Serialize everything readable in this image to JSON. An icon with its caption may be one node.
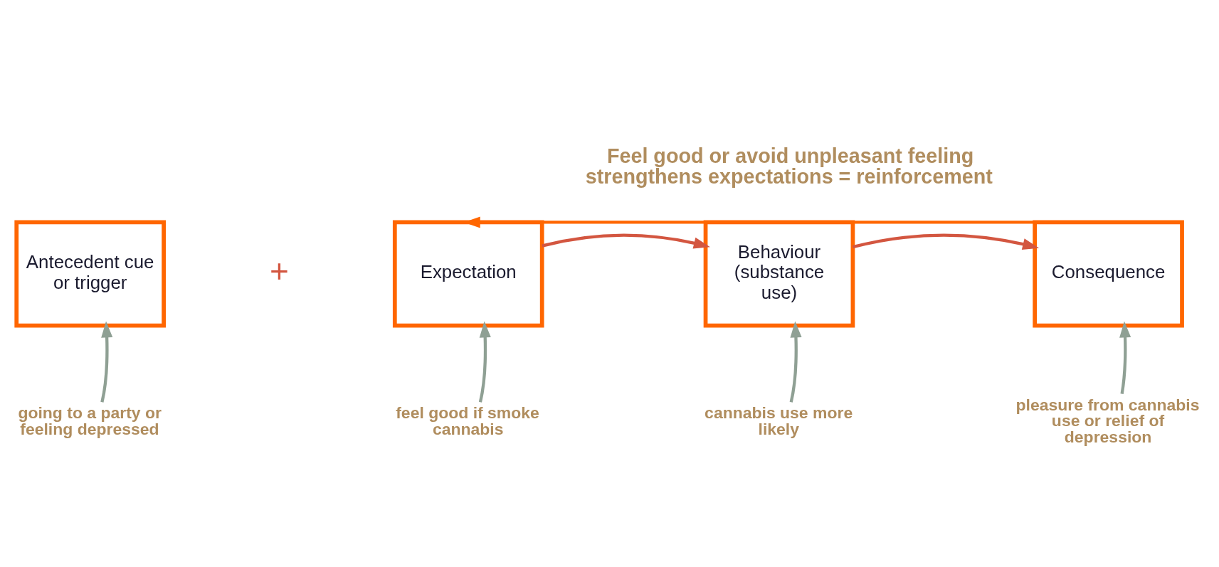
{
  "diagram": {
    "nodes": [
      {
        "text": [
          "Antecedent cue or trigger"
        ]
      },
      {
        "text": [
          "Expectation"
        ]
      },
      {
        "text": [
          "Behaviour (substance use)"
        ]
      },
      {
        "text": [
          "Consequence"
        ]
      },
      {
        "text": [
          "going to a party or feeling depressed"
        ]
      },
      {
        "text": [
          "feel good if smoke cannabis"
        ]
      },
      {
        "text": [
          "cannabis use more likely"
        ]
      },
      {
        "text": [
          "pleasure from cannabis use or relief of depression"
        ]
      }
    ],
    "edges": [
      {
        "from": 1,
        "to": 2,
        "arrow": "to",
        "color": "#d35640"
      },
      {
        "from": 2,
        "to": 3,
        "arrow": "to",
        "color": "#d35640"
      },
      {
        "from": 3,
        "to": 1,
        "arrow": "to",
        "label": "Feel good or avoid unpleasant feeling strengthens expectations = reinforcement",
        "color": "#ff6600"
      },
      {
        "from": 4,
        "to": 0,
        "arrow": "to",
        "color": "#8fa094"
      },
      {
        "from": 5,
        "to": 1,
        "arrow": "to",
        "color": "#8fa094"
      },
      {
        "from": 6,
        "to": 2,
        "arrow": "to",
        "color": "#8fa094"
      },
      {
        "from": 7,
        "to": 3,
        "arrow": "to",
        "color": "#8fa094"
      }
    ],
    "labels": [
      "+"
    ]
  }
}
